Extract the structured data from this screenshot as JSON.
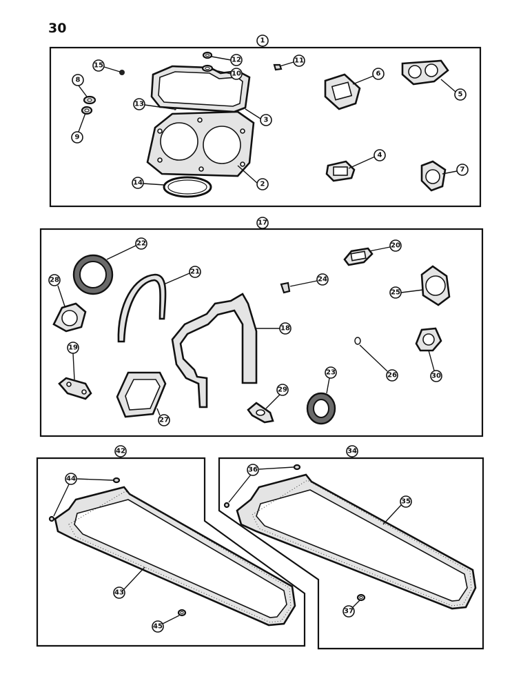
{
  "page": {
    "number": "30"
  },
  "groups": [
    {
      "id": "group-1",
      "label": "1"
    },
    {
      "id": "group-17",
      "label": "17"
    },
    {
      "id": "group-42",
      "label": "42"
    },
    {
      "id": "group-34",
      "label": "34"
    }
  ],
  "callouts": {
    "c2": "2",
    "c3": "3",
    "c4": "4",
    "c5": "5",
    "c6": "6",
    "c7": "7",
    "c8": "8",
    "c9": "9",
    "c10": "10",
    "c11": "11",
    "c12": "12",
    "c13": "13",
    "c14": "14",
    "c15": "15",
    "c18": "18",
    "c19": "19",
    "c20": "20",
    "c21": "21",
    "c22": "22",
    "c23": "23",
    "c24": "24",
    "c25": "25",
    "c26": "26",
    "c27": "27",
    "c28": "28",
    "c29": "29",
    "c30": "30",
    "c35": "35",
    "c36": "36",
    "c37": "37",
    "c43": "43",
    "c44": "44",
    "c45": "45"
  }
}
